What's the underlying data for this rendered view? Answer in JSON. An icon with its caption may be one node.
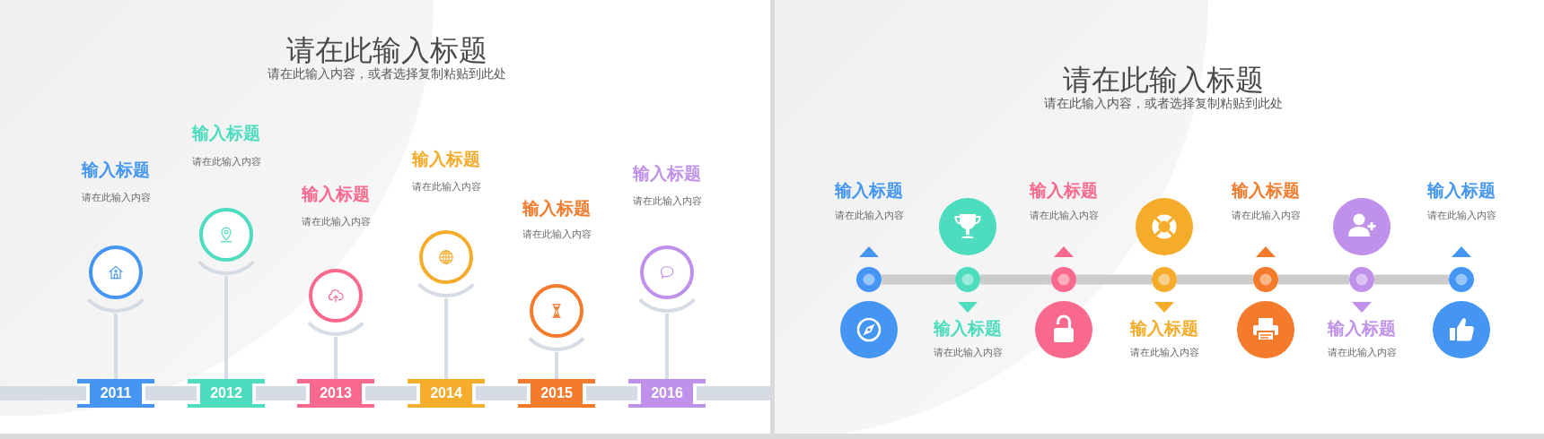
{
  "diagram": {
    "nodes": [
      {
        "text": [
          "请在此输入标题",
          "请在此输入内容，或者选择复制粘贴到此处"
        ]
      },
      {
        "text": [],
        "shape": "circle",
        "in": 0,
        "beside": [
          "输入标题",
          "请在此输入内容"
        ]
      },
      {
        "text": [
          "2011"
        ],
        "in": 0
      },
      {
        "text": [],
        "shape": "circle",
        "in": 0,
        "beside": [
          "输入标题",
          "请在此输入内容"
        ]
      },
      {
        "text": [
          "2012"
        ],
        "in": 0
      },
      {
        "text": [],
        "shape": "circle",
        "in": 0,
        "beside": [
          "输入标题",
          "请在此输入内容"
        ]
      },
      {
        "text": [
          "2013"
        ],
        "in": 0
      },
      {
        "text": [],
        "shape": "circle",
        "in": 0,
        "beside": [
          "输入标题",
          "请在此输入内容"
        ]
      },
      {
        "text": [
          "2014"
        ],
        "in": 0
      },
      {
        "text": [],
        "shape": "circle",
        "in": 0,
        "beside": [
          "输入标题",
          "请在此输入内容"
        ]
      },
      {
        "text": [
          "2015"
        ],
        "in": 0
      },
      {
        "text": [],
        "shape": "circle",
        "in": 0,
        "beside": [
          "输入标题",
          "请在此输入内容"
        ]
      },
      {
        "text": [
          "2016"
        ],
        "in": 0
      },
      {
        "text": [
          "请在此输入标题",
          "请在此输入内容，或者选择复制粘贴到此处"
        ]
      },
      {
        "text": [],
        "shape": "circle",
        "in": 13,
        "beside": [
          "输入标题",
          "请在此输入内容"
        ]
      },
      {
        "text": [],
        "shape": "circle",
        "in": 13,
        "beside": [
          "输入标题",
          "请在此输入内容"
        ]
      },
      {
        "text": [],
        "shape": "circle",
        "in": 13,
        "beside": [
          "输入标题",
          "请在此输入内容"
        ]
      },
      {
        "text": [],
        "shape": "circle",
        "in": 13,
        "beside": [
          "输入标题",
          "请在此输入内容"
        ]
      },
      {
        "text": [],
        "shape": "circle",
        "in": 13,
        "beside": [
          "输入标题",
          "请在此输入内容"
        ]
      },
      {
        "text": [],
        "shape": "circle",
        "in": 13,
        "beside": [
          "输入标题",
          "请在此输入内容"
        ]
      },
      {
        "text": [],
        "shape": "circle",
        "in": 13,
        "beside": [
          "输入标题",
          "请在此输入内容"
        ]
      }
    ],
    "edges": [
      {
        "from": 1,
        "to": 2,
        "arrow": "none"
      },
      {
        "from": 3,
        "to": 4,
        "arrow": "none"
      },
      {
        "from": 5,
        "to": 6,
        "arrow": "none"
      },
      {
        "from": 7,
        "to": 8,
        "arrow": "none"
      },
      {
        "from": 9,
        "to": 10,
        "arrow": "none"
      },
      {
        "from": 11,
        "to": 12,
        "arrow": "none"
      },
      {
        "from": null,
        "to": 2,
        "arrow": "none"
      },
      {
        "from": 2,
        "to": 4,
        "arrow": "none"
      },
      {
        "from": 4,
        "to": 6,
        "arrow": "none"
      },
      {
        "from": 6,
        "to": 8,
        "arrow": "none"
      },
      {
        "from": 8,
        "to": 10,
        "arrow": "none"
      },
      {
        "from": 10,
        "to": 12,
        "arrow": "none"
      },
      {
        "from": 12,
        "to": null,
        "arrow": "none"
      },
      {
        "from": 14,
        "to": 15,
        "arrow": "none",
        "color": "#cccccc"
      },
      {
        "from": 15,
        "to": 16,
        "arrow": "none",
        "color": "#cccccc"
      },
      {
        "from": 16,
        "to": 17,
        "arrow": "none",
        "color": "#cccccc"
      },
      {
        "from": 17,
        "to": 18,
        "arrow": "none",
        "color": "#cccccc"
      },
      {
        "from": 18,
        "to": 19,
        "arrow": "none",
        "color": "#cccccc"
      },
      {
        "from": 19,
        "to": 20,
        "arrow": "none",
        "color": "#cccccc"
      }
    ]
  }
}
